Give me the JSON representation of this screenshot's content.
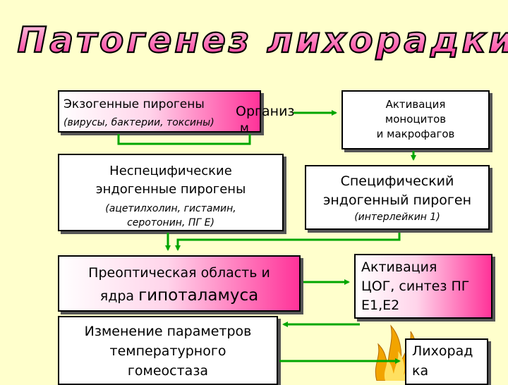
{
  "title": "Патогенез лихорадки",
  "nodes": {
    "exogenous_title": "Экзогенные пирогены",
    "exogenous_sub": "(вирусы, бактерии, токсины)",
    "organism_line1": "Организ",
    "organism_line2": "м",
    "activation_line1": "Активация",
    "activation_line2": "моноцитов",
    "activation_line3": "и макрофагов",
    "nonspecific_line1": "Неспецифические",
    "nonspecific_line2": "эндогенные пирогены",
    "nonspecific_sub1": "(ацетилхолин, гистамин,",
    "nonspecific_sub2": "серотонин, ПГ Е)",
    "specific_line1": "Специфический",
    "specific_line2": "эндогенный пироген",
    "specific_sub": "(интерлейкин 1)",
    "preoptic_line1": "Преоптическая область и",
    "preoptic_line2a": "ядра ",
    "preoptic_line2b": "гипоталамуса",
    "cox_line1": "Активация",
    "cox_line2": "ЦОГ, синтез ПГ",
    "cox_line3": "Е1,Е2",
    "homeostasis_line1": "Изменение параметров",
    "homeostasis_line2": "температурного",
    "homeostasis_line3": "гомеостаза",
    "fever_line1": "Лихорад",
    "fever_line2": "ка"
  },
  "colors": {
    "arrow": "#00a600",
    "title_fill": "#ff4fa7",
    "flame_outer": "#f2a400",
    "flame_inner": "#ffe060",
    "background": "#ffffcc"
  }
}
